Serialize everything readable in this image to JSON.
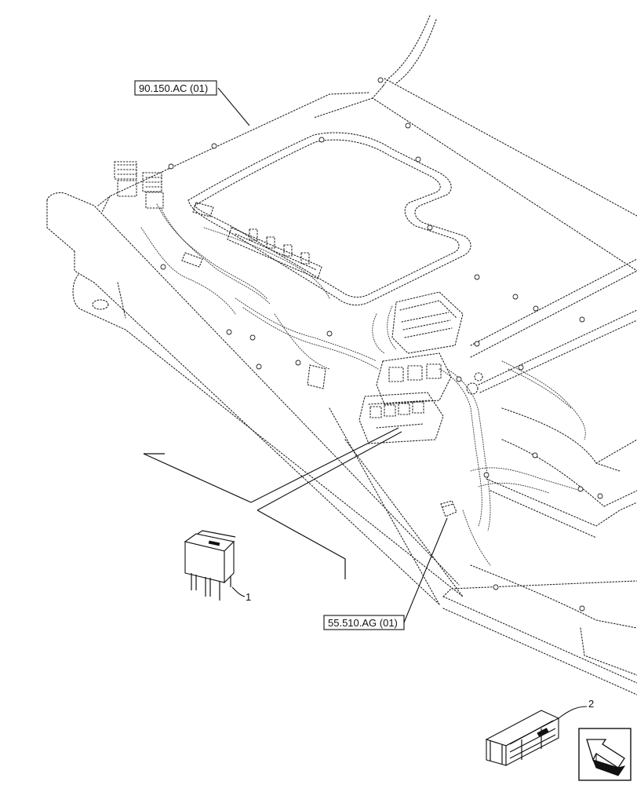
{
  "references": {
    "top_ref": "90.150.AC (01)",
    "bottom_ref": "55.510.AG (01)"
  },
  "callouts": {
    "item_1": "1",
    "item_2": "2"
  },
  "icons": {
    "relay": "relay-icon",
    "crate": "wooden-crate-icon",
    "navigation": "arrow-navigation-icon"
  }
}
